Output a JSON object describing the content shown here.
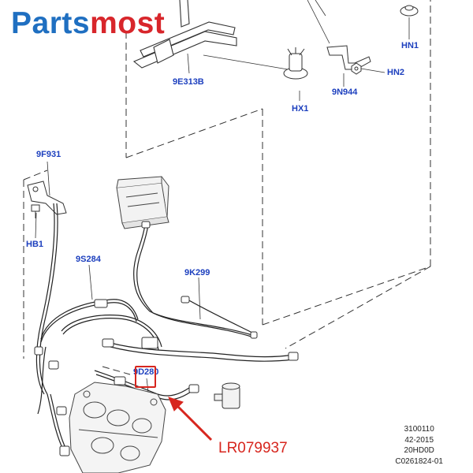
{
  "logo": {
    "part1": "Parts",
    "part2": "most",
    "color_blue": "#1f6fc1",
    "color_red": "#d8262b"
  },
  "callouts": {
    "c_9E313B": "9E313B",
    "c_HX1": "HX1",
    "c_9N944": "9N944",
    "c_HN1": "HN1",
    "c_HN2": "HN2",
    "c_9F931": "9F931",
    "c_HB1": "HB1",
    "c_9S284": "9S284",
    "c_9K299": "9K299",
    "c_9D280": "9D280"
  },
  "highlight": {
    "part_number": "LR079937",
    "color": "#d7261e"
  },
  "drawing_info": {
    "line1": "3100110",
    "line2": "42-2015",
    "line3": "20HD0D",
    "line4": "C0261824-01"
  },
  "label_color": "#1c3fbe"
}
